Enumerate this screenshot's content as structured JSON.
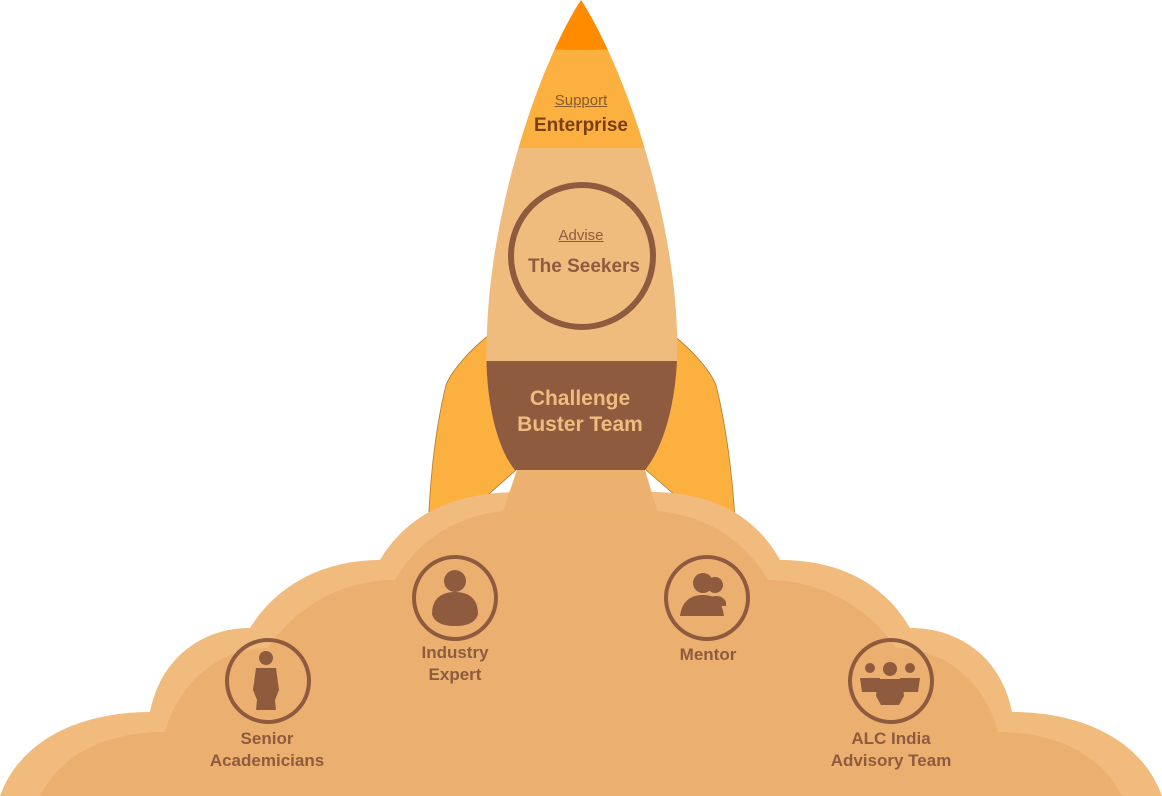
{
  "rocket": {
    "nose": {
      "verb": "Support",
      "title": "Enterprise"
    },
    "window": {
      "verb": "Advise",
      "title": "The Seekers"
    },
    "band": {
      "line1": "Challenge",
      "line2": "Buster Team"
    }
  },
  "cloud_items": [
    {
      "icon": "businessman-icon",
      "line1": "Senior",
      "line2": "Academicians"
    },
    {
      "icon": "expert-person-icon",
      "line1": "Industry",
      "line2": "Expert"
    },
    {
      "icon": "two-people-icon",
      "line1": "Mentor",
      "line2": ""
    },
    {
      "icon": "team-group-icon",
      "line1": "ALC India",
      "line2": "Advisory Team"
    }
  ],
  "colors": {
    "nose_tip": "#ff8c00",
    "nose": "#fbb040",
    "body": "#f0bc7e",
    "band": "#8e5b3f",
    "cloud_outer": "#f0bb7c",
    "cloud_inner": "#ebb070"
  }
}
